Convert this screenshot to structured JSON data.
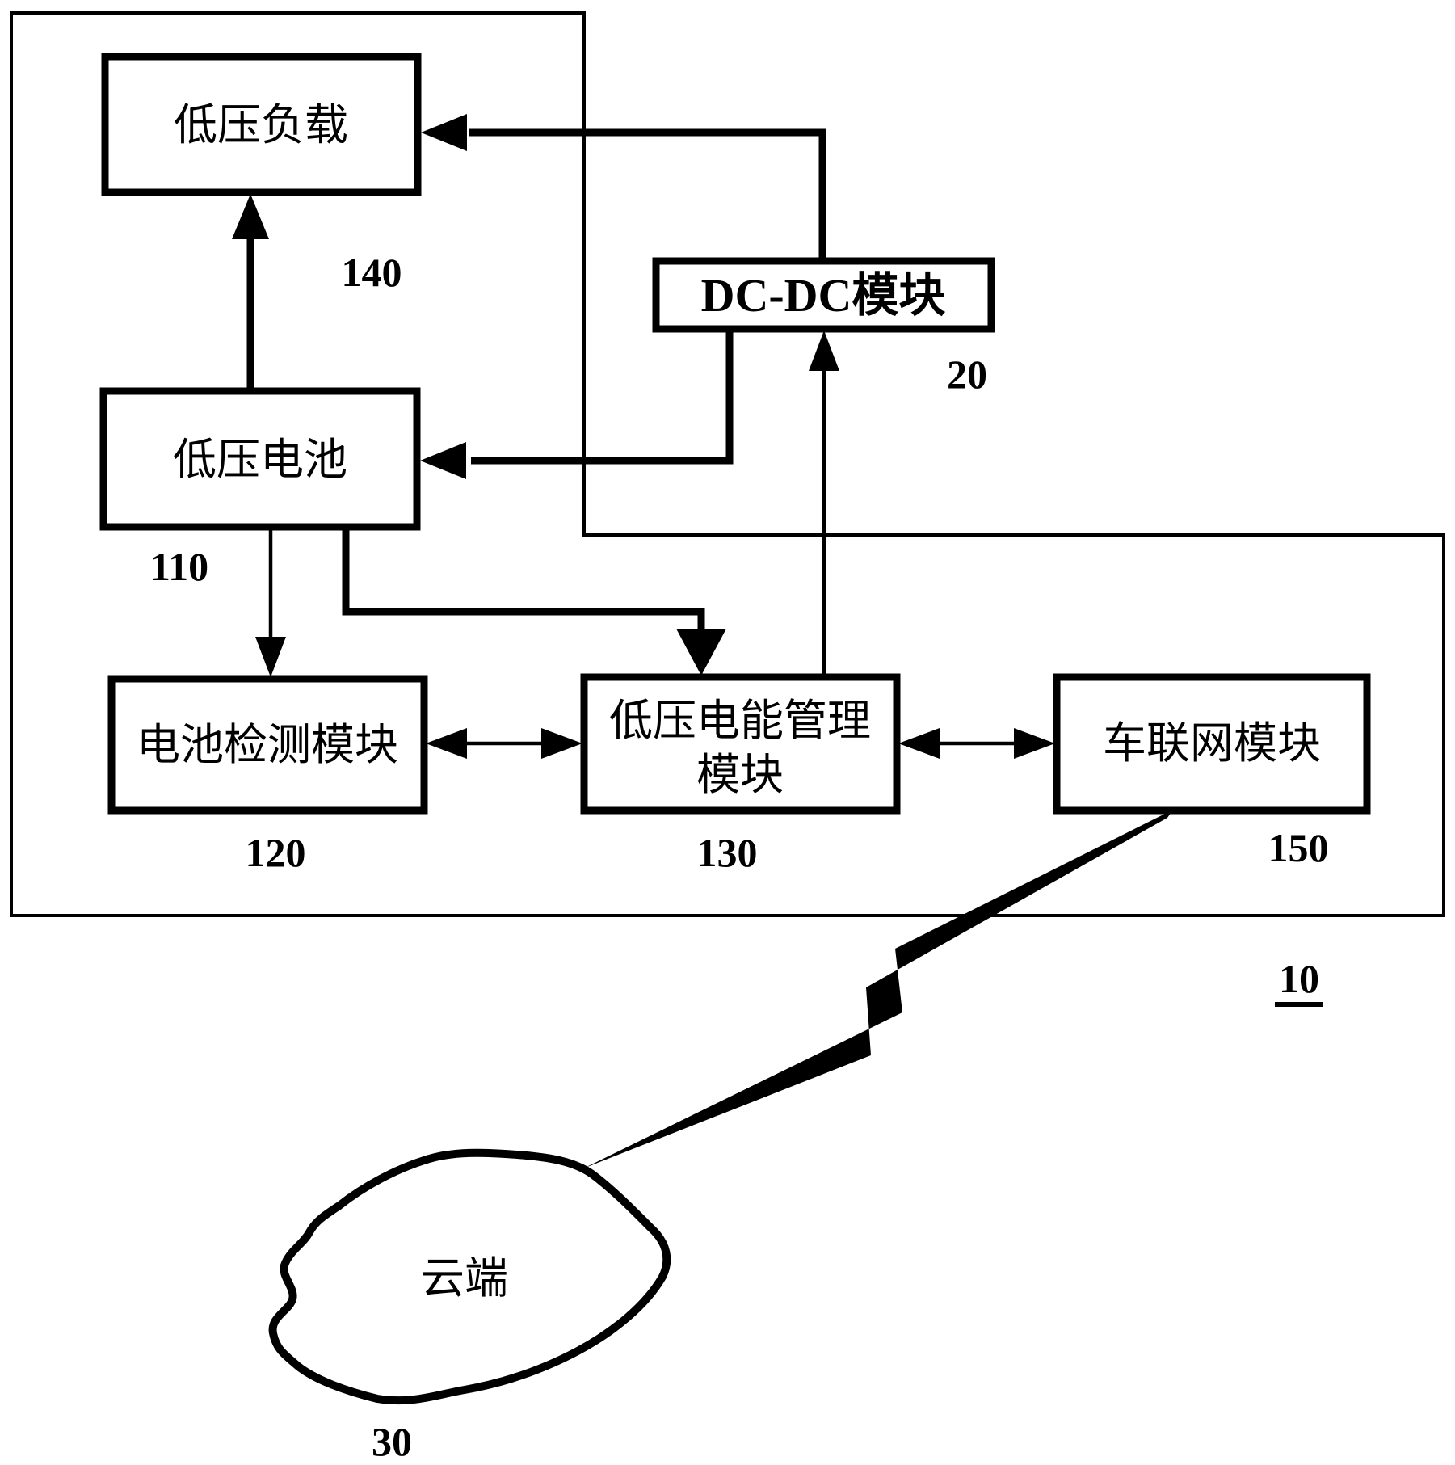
{
  "colors": {
    "ink": "#000000",
    "background": "#ffffff"
  },
  "diagram": {
    "system_boundary_label": "10",
    "boxes": [
      {
        "id": "low-voltage-load",
        "label": "低压负载",
        "ref": "140"
      },
      {
        "id": "dcdc-module",
        "label": "DC-DC模块",
        "ref": "20"
      },
      {
        "id": "low-voltage-battery",
        "label": "低压电池",
        "ref": "110"
      },
      {
        "id": "battery-detection-module",
        "label": "电池检测模块",
        "ref": "120"
      },
      {
        "id": "low-voltage-power-management-module",
        "label_line1": "低压电能管理",
        "label_line2": "模块",
        "ref": "130"
      },
      {
        "id": "iov-module",
        "label": "车联网模块",
        "ref": "150"
      }
    ],
    "cloud": {
      "label": "云端",
      "ref": "30"
    }
  }
}
